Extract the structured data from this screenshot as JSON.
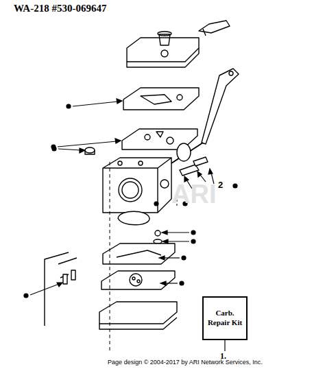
{
  "diagram": {
    "title": "WA-218 #530-069647",
    "caption": "Page design © 2004-2017 by ARI Network Services, Inc.",
    "nodes": [
      {
        "text": [
          "Carb. Repair Kit"
        ]
      }
    ],
    "labels": [
      "ARI",
      "2",
      "1."
    ]
  }
}
